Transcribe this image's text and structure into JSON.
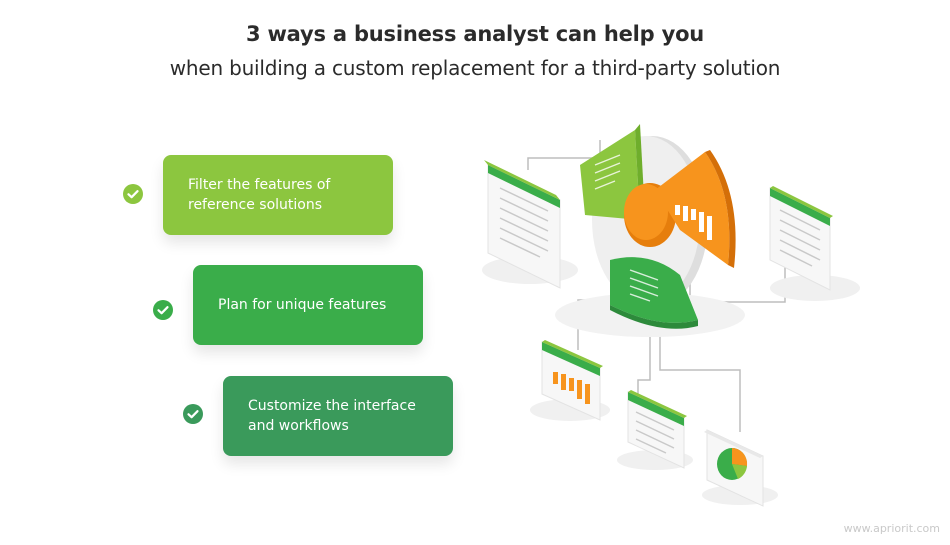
{
  "header": {
    "title": "3 ways a business analyst can help you",
    "subtitle": "when building a custom replacement for a third-party solution"
  },
  "steps": [
    {
      "label": "Filter the features of reference solutions",
      "color": "#8cc63f"
    },
    {
      "label": "Plan for unique features",
      "color": "#3aad4a"
    },
    {
      "label": "Customize the interface and workflows",
      "color": "#3a9a5b"
    }
  ],
  "icons": {
    "check": "check-circle-icon",
    "documents": "document-icon",
    "bar_chart": "bar-chart-icon",
    "pie_chart": "pie-chart-icon"
  },
  "colors": {
    "light_green": "#8cc63f",
    "green": "#3aad4a",
    "dark_green": "#3a9a5b",
    "orange": "#f7941d"
  },
  "footer": {
    "site": "www.apriorit.com"
  }
}
